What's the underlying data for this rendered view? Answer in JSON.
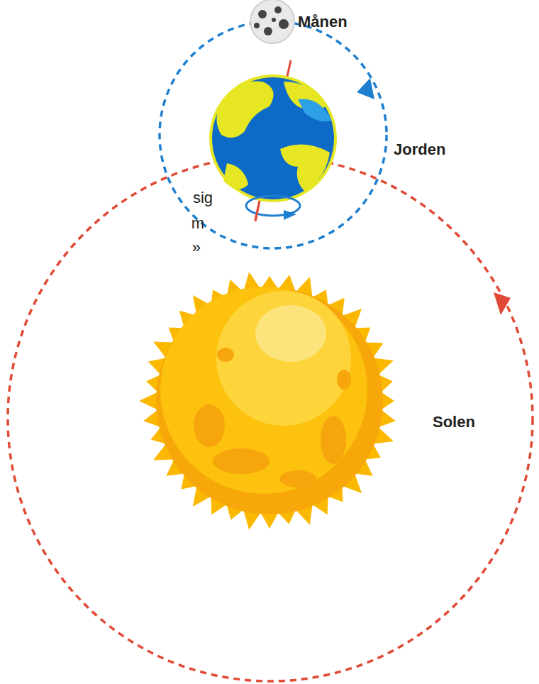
{
  "diagram": {
    "nodes": [
      {
        "text": [
          "Månen"
        ]
      },
      {
        "text": [
          "Jorden"
        ]
      },
      {
        "text": [
          "Solen"
        ]
      }
    ],
    "labels": [
      "sig",
      "m",
      "»"
    ]
  }
}
